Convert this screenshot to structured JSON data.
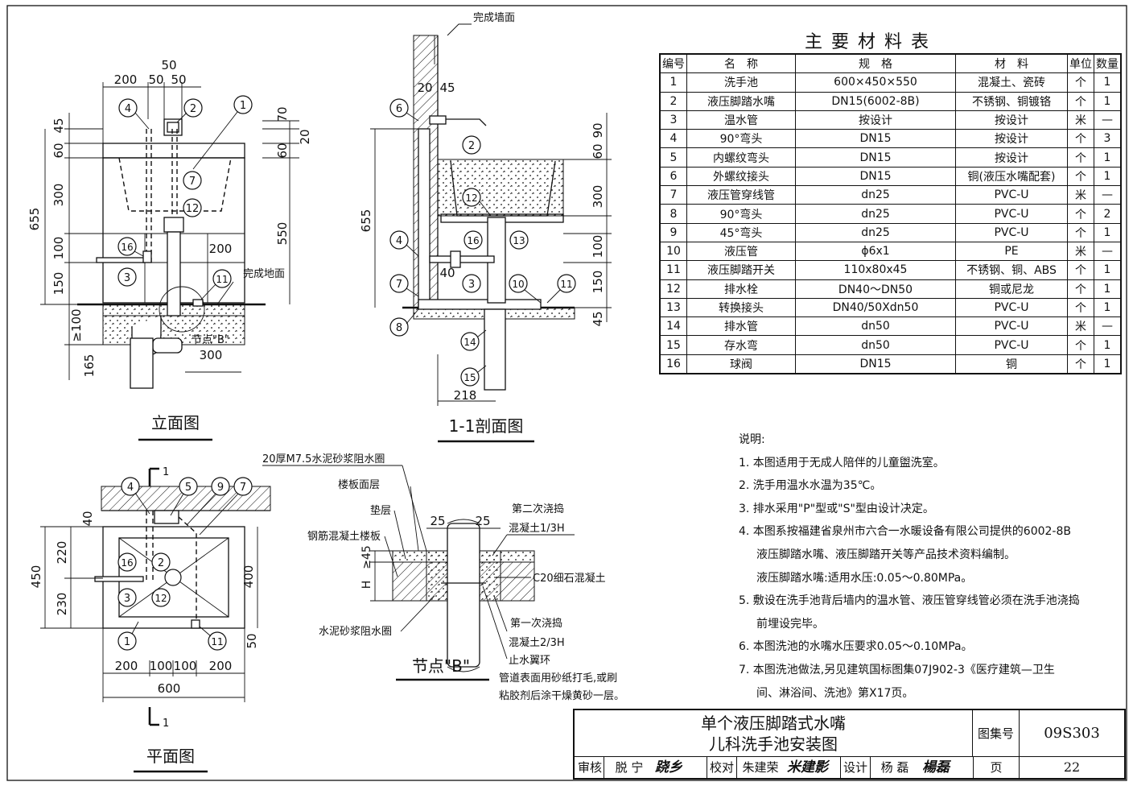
{
  "title_block": {
    "title_line1": "单个液压脚踏式水嘴",
    "title_line2": "儿科洗手池安装图",
    "atlas_label": "图集号",
    "atlas_no": "09S303",
    "page_label": "页",
    "page_no": "22",
    "review_label": "审核",
    "reviewer": "脱 宁",
    "check_label": "校对",
    "checker": "朱建荣",
    "design_label": "设计",
    "designer": "杨 磊"
  },
  "table": {
    "title": "主 要 材 料 表",
    "headers": [
      "编号",
      "名　称",
      "规　格",
      "材　料",
      "单位",
      "数量"
    ],
    "rows": [
      [
        "1",
        "洗手池",
        "600×450×550",
        "混凝土、瓷砖",
        "个",
        "1"
      ],
      [
        "2",
        "液压脚踏水嘴",
        "DN15(6002-8B)",
        "不锈钢、铜镀铬",
        "个",
        "1"
      ],
      [
        "3",
        "温水管",
        "按设计",
        "按设计",
        "米",
        "—"
      ],
      [
        "4",
        "90°弯头",
        "DN15",
        "按设计",
        "个",
        "3"
      ],
      [
        "5",
        "内螺纹弯头",
        "DN15",
        "按设计",
        "个",
        "1"
      ],
      [
        "6",
        "外螺纹接头",
        "DN15",
        "铜(液压水嘴配套)",
        "个",
        "1"
      ],
      [
        "7",
        "液压管穿线管",
        "dn25",
        "PVC-U",
        "米",
        "—"
      ],
      [
        "8",
        "90°弯头",
        "dn25",
        "PVC-U",
        "个",
        "2"
      ],
      [
        "9",
        "45°弯头",
        "dn25",
        "PVC-U",
        "个",
        "1"
      ],
      [
        "10",
        "液压管",
        "ϕ6x1",
        "PE",
        "米",
        "—"
      ],
      [
        "11",
        "液压脚踏开关",
        "110x80x45",
        "不锈钢、铜、ABS",
        "个",
        "1"
      ],
      [
        "12",
        "排水栓",
        "DN40～DN50",
        "铜或尼龙",
        "个",
        "1"
      ],
      [
        "13",
        "转换接头",
        "DN40/50Xdn50",
        "PVC-U",
        "个",
        "1"
      ],
      [
        "14",
        "排水管",
        "dn50",
        "PVC-U",
        "米",
        "—"
      ],
      [
        "15",
        "存水弯",
        "dn50",
        "PVC-U",
        "个",
        "1"
      ],
      [
        "16",
        "球阀",
        "DN15",
        "铜",
        "个",
        "1"
      ]
    ]
  },
  "notes": {
    "heading": "说明:",
    "items": [
      "1. 本图适用于无成人陪伴的儿童盥洗室。",
      "2. 洗手用温水水温为35℃。",
      "3. 排水采用\"P\"型或\"S\"型由设计决定。",
      "4. 本图系按福建省泉州市六合一水暖设备有限公司提供的6002-8B",
      "液压脚踏水嘴、液压脚踏开关等产品技术资料编制。",
      "液压脚踏水嘴:适用水压:0.05～0.80MPa。",
      "5. 敷设在洗手池背后墙内的温水管、液压管穿线管必须在洗手池浇捣",
      "前埋设完毕。",
      "6. 本图洗池的水嘴水压要求0.05～0.10MPa。",
      "7. 本图洗池做法,另见建筑国标图集07J902-3《医疗建筑—卫生",
      "间、淋浴间、洗池》第X17页。"
    ]
  },
  "views": {
    "elevation": "立面图",
    "section": "1-1剖面图",
    "plan": "平面图",
    "node": "节点\"B\""
  },
  "labels": {
    "finished_wall": "完成墙面",
    "finished_floor": "完成地面",
    "node_b_ref": "节点\"B\"",
    "mortar_ring": "20厚M7.5水泥砂浆阻水圈",
    "floor_surface": "楼板面层",
    "cushion": "垫层",
    "rc_slab": "钢筋混凝土楼板",
    "cement_ring": "水泥砂浆阻水圈",
    "second_pour": "第二次浇捣",
    "second_pour_h": "混凝土1/3H",
    "c20": "C20细石混凝土",
    "first_pour": "第一次浇捣",
    "first_pour_h": "混凝土2/3H",
    "water_stop": "止水翼环",
    "pipe_note1": "管道表面用砂纸打毛,或刷",
    "pipe_note2": "粘胶剂后涂干燥黄砂一层。",
    "cut_mark": "1"
  },
  "dims": {
    "e_top": [
      "200",
      "50",
      "50",
      "50"
    ],
    "e_left": [
      "655",
      "45",
      "60",
      "300",
      "100",
      "150",
      "≥100",
      "165"
    ],
    "e_right": [
      "70",
      "20",
      "60",
      "550",
      "200",
      "300"
    ],
    "s_top": [
      "20",
      "45"
    ],
    "s_left": [
      "655"
    ],
    "s_right": [
      "90",
      "60",
      "300",
      "100",
      "150",
      "45"
    ],
    "s_bottom": [
      "40",
      "218"
    ],
    "p_left": [
      "450",
      "220",
      "230",
      "40"
    ],
    "p_right": [
      "400",
      "50"
    ],
    "p_bottom": [
      "200",
      "100",
      "100",
      "200",
      "600"
    ],
    "b_dims": [
      "25",
      "25",
      "≥45",
      "H"
    ]
  }
}
